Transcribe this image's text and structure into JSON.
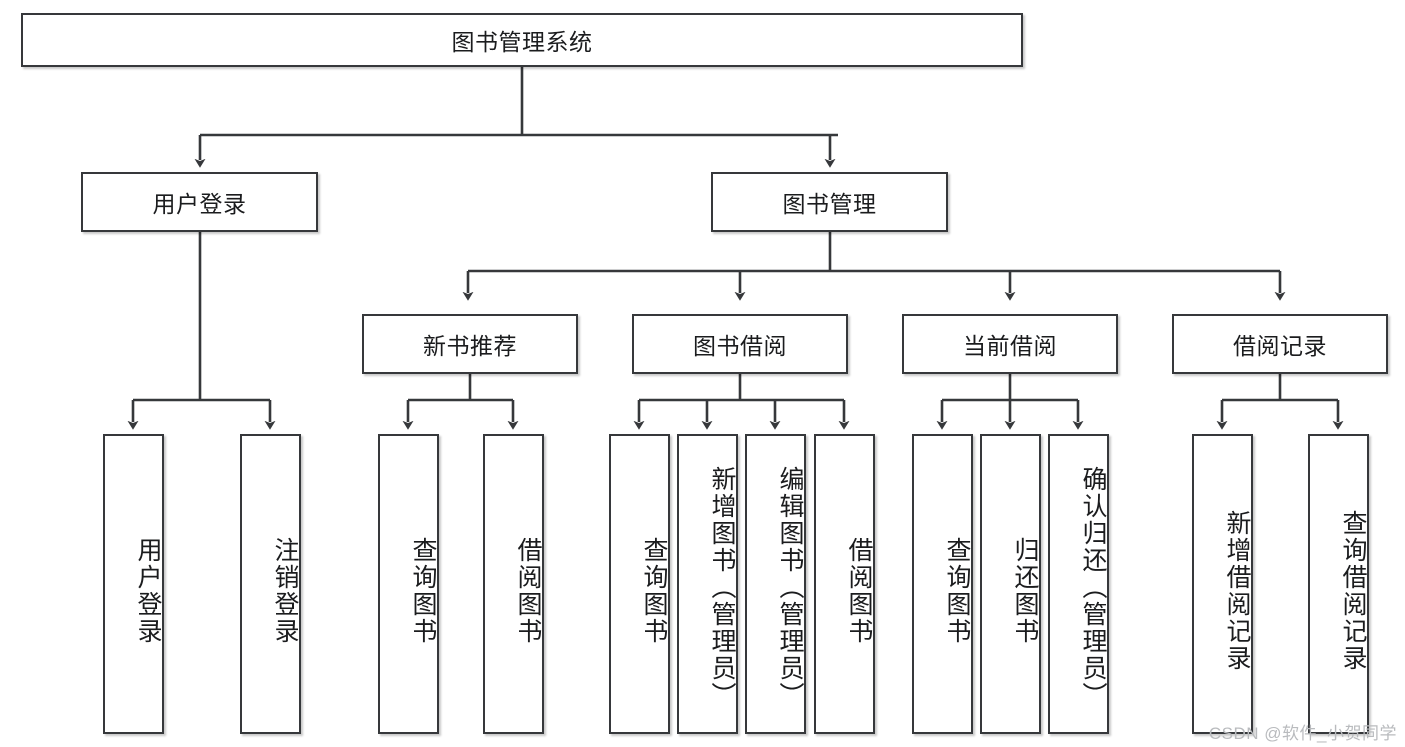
{
  "diagram": {
    "title": "图书管理系统",
    "watermark": "CSDN @软件_小贺同学",
    "colors": {
      "stroke": "#36383b",
      "box_fill": "#ffffff",
      "text": "#1b1c1e",
      "background": "#ffffff",
      "watermark": "#b9bbbe"
    },
    "root": {
      "label": "图书管理系统"
    },
    "level2": [
      {
        "label": "用户登录"
      },
      {
        "label": "图书管理"
      }
    ],
    "level3": [
      {
        "label": "新书推荐"
      },
      {
        "label": "图书借阅"
      },
      {
        "label": "当前借阅"
      },
      {
        "label": "借阅记录"
      }
    ],
    "leaves": {
      "user_login": [
        {
          "label": "用户登录"
        },
        {
          "label": "注销登录"
        }
      ],
      "new_book_recommend": [
        {
          "label": "查询图书"
        },
        {
          "label": "借阅图书"
        }
      ],
      "book_borrow": [
        {
          "label": "查询图书"
        },
        {
          "label": "新增图书（管理员）"
        },
        {
          "label": "编辑图书（管理员）"
        },
        {
          "label": "借阅图书"
        }
      ],
      "current_borrow": [
        {
          "label": "查询图书"
        },
        {
          "label": "归还图书"
        },
        {
          "label": "确认归还（管理员）"
        }
      ],
      "borrow_record": [
        {
          "label": "新增借阅记录"
        },
        {
          "label": "查询借阅记录"
        }
      ]
    }
  }
}
